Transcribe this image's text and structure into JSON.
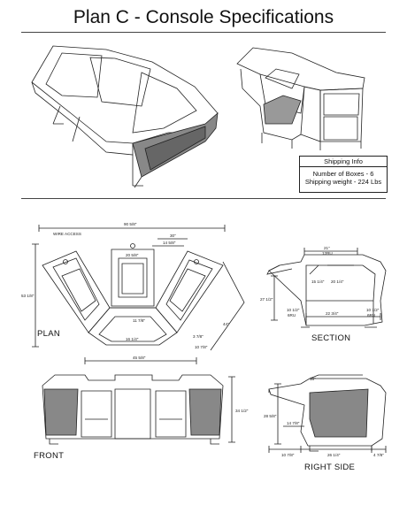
{
  "title": "Plan C - Console Specifications",
  "shipping": {
    "heading": "Shipping Info",
    "boxes": "Number of Boxes - 6",
    "weight": "Shipping weight - 224 Lbs"
  },
  "views": {
    "plan": "PLAN",
    "section": "SECTION",
    "front": "FRONT",
    "right_side": "RIGHT SIDE"
  },
  "plan_dims": {
    "overall_width": "90 5/8\"",
    "wire_access": "WIRE ACCESS",
    "top_center": "30\"",
    "top_center_inner": "14 5/8\"",
    "center_inner": "20 5/8\"",
    "depth": "53 1/8\"",
    "diag": "44\"",
    "knee": "11 7/8\"",
    "inner_front": "16 1/4\"",
    "corner1": "3 7/8\"",
    "corner2": "10 7/8\"",
    "front_width": "45 5/8\""
  },
  "section_dims": {
    "top": "21\"",
    "top_ru": "12RU",
    "inner_left": "15 1/4\"",
    "inner_right": "20 1/4\"",
    "height": "27 1/2\"",
    "left_rack": "10 1/2\"",
    "left_rack_ru": "6RU",
    "depth": "22 3/4\"",
    "right_rack": "10 1/2\"",
    "right_rack_ru": "6RU"
  },
  "front_dims": {
    "height": "34 1/2\""
  },
  "side_dims": {
    "top": "18\"",
    "height": "28 5/8\"",
    "desk": "14 7/8\"",
    "left": "10 7/8\"",
    "depth": "26 1/4\"",
    "right": "4 7/8\""
  }
}
